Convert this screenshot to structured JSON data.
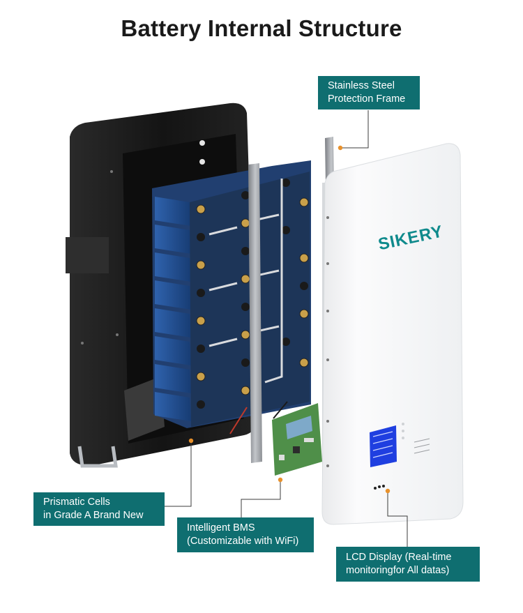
{
  "title": "Battery Internal Structure",
  "brand_logo": "SIKERY",
  "callouts": {
    "frame": "Stainless Steel\nProtection Frame",
    "cells": "Prismatic Cells\nin Grade A Brand New",
    "bms": "Intelligent BMS\n(Customizable with WiFi)",
    "lcd": "LCD Display (Real-time\nmonitoringfor All datas)"
  },
  "colors": {
    "label_bg": "#0f6e70",
    "callout_dot": "#e8912c",
    "cell_blue": "#1f4d8f",
    "enclosure": "#1b1b1b",
    "logo_teal": "#0f8a8c",
    "logo_orange": "#f39a1e"
  }
}
